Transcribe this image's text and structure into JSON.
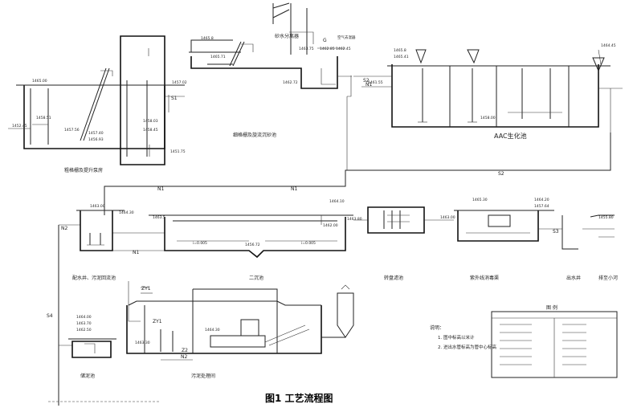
{
  "figure_caption": "图1  工艺流程图",
  "units": [
    {
      "id": "grille",
      "label": "粗格栅及提升泵房"
    },
    {
      "id": "fine",
      "label": "细格栅及旋流沉砂池"
    },
    {
      "id": "aac",
      "label": "AAC生化池"
    },
    {
      "id": "sludgepump",
      "label": "配水井、污泥回流池"
    },
    {
      "id": "secondary",
      "label": "二沉池"
    },
    {
      "id": "filter",
      "label": "转盘滤池"
    },
    {
      "id": "uv",
      "label": "紫外线消毒渠"
    },
    {
      "id": "outfall",
      "label": "出水井"
    },
    {
      "id": "river",
      "label": "排至小河"
    },
    {
      "id": "sludgetank",
      "label": "储泥池"
    },
    {
      "id": "dewater",
      "label": "污泥处理间"
    },
    {
      "id": "sandsep",
      "label": "砂水分离器"
    }
  ],
  "notes": {
    "title": "说明：",
    "items": [
      "1. 图中标高以米计",
      "2. 进出水管标高为管中心标高"
    ]
  },
  "legend": {
    "title": "图  例"
  },
  "pipe_labels": [
    "S1",
    "S2",
    "S2",
    "S3",
    "S4",
    "N1",
    "N1",
    "N2",
    "N1",
    "N1",
    "N2",
    "ZY1",
    "ZY1",
    "Z2",
    "G"
  ],
  "elevations": [
    "1465.00",
    "1462.45",
    "1457.02",
    "1458.51",
    "1452.45",
    "1457.56",
    "1457.40",
    "1456.93",
    "1458.03",
    "1458.45",
    "1451.75",
    "1465.8",
    "1465.71",
    "1462.72",
    "1463.75",
    "1462.85",
    "1462.45",
    "1465.8",
    "1465.41",
    "1462.61",
    "1461.55",
    "1458.00",
    "1464.45",
    "1463.00",
    "1464.30",
    "1463.5",
    "1464.10",
    "1463.80",
    "1462.00",
    "1456.72",
    "1465.30",
    "1463.5",
    "1463.6",
    "1463.00",
    "1464.20",
    "1463.8",
    "1457.64",
    "1463.5",
    "1455.80",
    "1464.00",
    "1463.70",
    "1462.50",
    "1463.80",
    "1464.30",
    "1463.30"
  ],
  "slopes": [
    "i=0.005",
    "i=0.005"
  ],
  "annotations": [
    "空气去湿器"
  ]
}
